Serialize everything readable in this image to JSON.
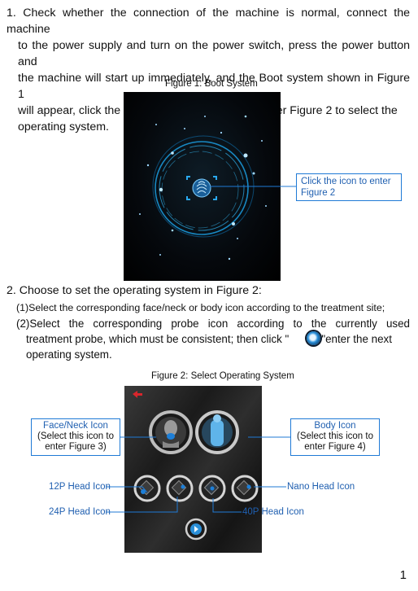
{
  "step1": {
    "line1": "1. Check whether the connection of the machine is normal, connect the machine",
    "line2": "to the power supply and turn on the power switch, press the power button and",
    "line3": "the machine will start up immediately, and the Boot system shown in Figure 1",
    "line4a": "will appear, click the middle icon \"",
    "line4b": "\" and then enter Figure 2 to select the",
    "line5": "operating system."
  },
  "figure1": {
    "caption": "Figure 1: Boot System",
    "callout": "Click the icon to enter Figure 2"
  },
  "step2": {
    "heading": "2. Choose to set the operating system in Figure 2:",
    "item1": "(1)Select the corresponding face/neck or body icon according to the treatment site;",
    "item2_line1": "(2)Select the corresponding probe icon according to the currently used",
    "item2_line2a": "treatment probe, which must be consistent; then click \"",
    "item2_line2b": "\"enter the next",
    "item2_line3": "operating system."
  },
  "figure2": {
    "caption": "Figure 2: Select Operating System",
    "face_neck_title": "Face/Neck Icon",
    "face_neck_desc": "(Select this icon to enter Figure 3)",
    "body_title": "Body Icon",
    "body_desc": "(Select this icon to enter Figure 4)",
    "head_12p": "12P Head Icon",
    "head_24p": "24P Head Icon",
    "head_40p": "40P Head Icon",
    "head_nano": "Nano Head Icon"
  },
  "page_number": "1"
}
